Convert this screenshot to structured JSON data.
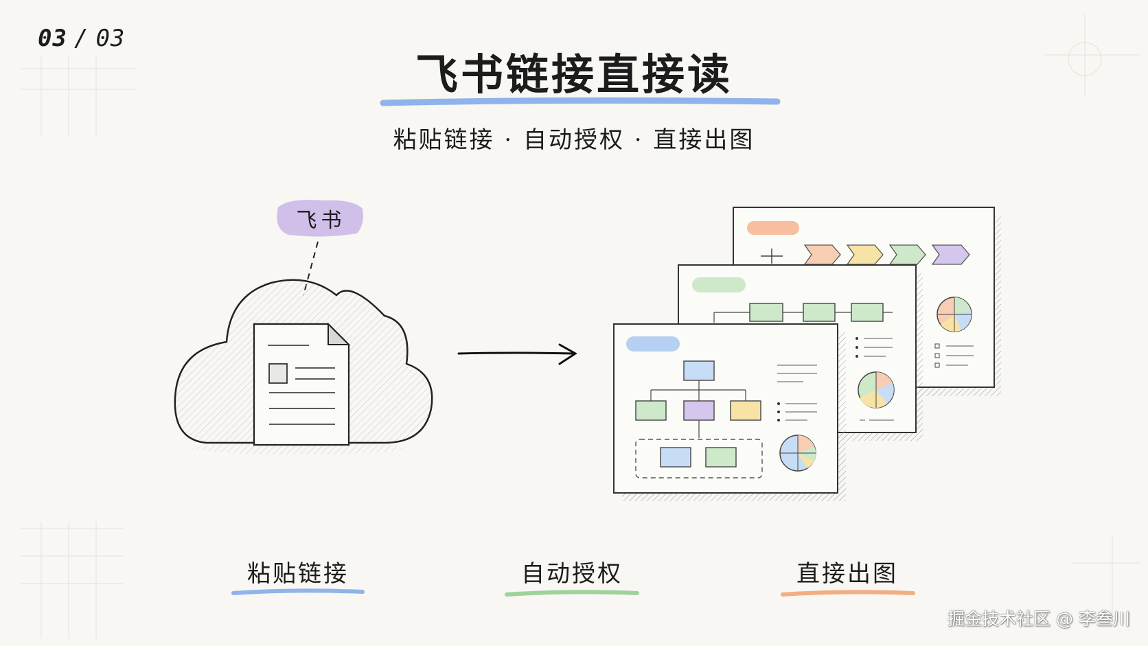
{
  "page": {
    "current": "03",
    "total": "03",
    "separator": "/"
  },
  "title": "飞书链接直接读",
  "subtitle": "粘贴链接 · 自动授权 · 直接出图",
  "cloud_label": "飞书",
  "steps": [
    {
      "label": "粘贴链接",
      "underline_color": "#8fb3ea"
    },
    {
      "label": "自动授权",
      "underline_color": "#9fd29a"
    },
    {
      "label": "直接出图",
      "underline_color": "#f2ae82"
    }
  ],
  "colors": {
    "title_underline": "#8fb3ea",
    "tag_highlight": "#c9b6e6",
    "box_blue": "#c7ddf6",
    "box_green": "#cde9c9",
    "box_purple": "#d5c6ee",
    "box_yellow": "#f8e3a6",
    "box_orange": "#f7cdb3"
  },
  "icons": [
    "cloud-icon",
    "document-icon",
    "arrow-right-icon",
    "diagram-card-icon"
  ],
  "watermark": "掘金技术社区 @ 李叁川"
}
